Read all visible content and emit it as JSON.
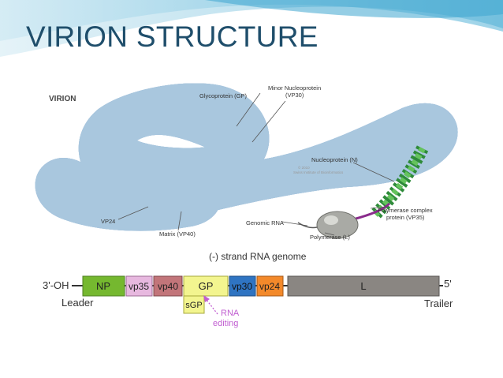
{
  "slide": {
    "title": "VIRION STRUCTURE",
    "accent_color": "#5fb7d8"
  },
  "virion": {
    "label": "VIRION",
    "callouts": {
      "glycoprotein": "Glycoprotein (GP)",
      "minor_nucleoprotein_line1": "Minor Nucleoprotein",
      "minor_nucleoprotein_line2": "(VP30)",
      "nucleoprotein": "Nucleoprotein (N)",
      "polymerase_complex_line1": "Polymerase complex",
      "polymerase_complex_line2": "protein (VP35)",
      "genomic_rna": "Genomic RNA",
      "polymerase": "Polymerase (L)",
      "vp24": "VP24",
      "matrix": "Matrix (VP40)"
    },
    "copyright_line1": "© 2010",
    "copyright_line2": "Swiss Institute of Bioinformatics",
    "colors": {
      "envelope_outer": "#a9c6de",
      "envelope_inner": "#8e5a3c",
      "matrix_fill": "#e7b79b",
      "nucleocapsid": "#2e8b3a",
      "glycoprotein": "#d4a51e",
      "polymerase": "#a9aaa5",
      "vp35": "#8a2b8c"
    }
  },
  "genome": {
    "title": "(-) strand RNA genome",
    "left_end": "3'-OH",
    "right_end": "5'",
    "leader": "Leader",
    "trailer": "Trailer",
    "sgp": "sGP",
    "rna_editing_line1": "RNA",
    "rna_editing_line2": "editing",
    "genes": [
      {
        "name": "NP",
        "color": "#75b82f"
      },
      {
        "name": "vp35",
        "color": "#e7b8df"
      },
      {
        "name": "vp40",
        "color": "#c2757a"
      },
      {
        "name": "GP",
        "color": "#f3f58f"
      },
      {
        "name": "vp30",
        "color": "#2f74c2"
      },
      {
        "name": "vp24",
        "color": "#f3892a"
      },
      {
        "name": "L",
        "color": "#8a8682"
      }
    ],
    "editing_color": "#c15fd1"
  }
}
